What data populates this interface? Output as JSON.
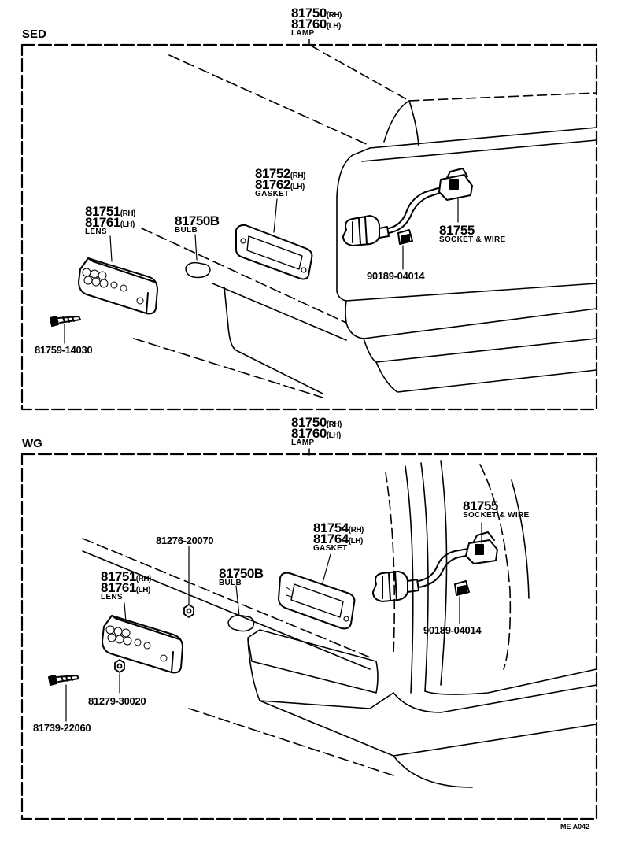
{
  "sed": {
    "section": "SED",
    "lamp": {
      "rh": "81750",
      "rh_tag": "(RH)",
      "lh": "81760",
      "lh_tag": "(LH)",
      "name": "LAMP"
    },
    "gasket": {
      "rh": "81752",
      "rh_tag": "(RH)",
      "lh": "81762",
      "lh_tag": "(LH)",
      "name": "GASKET"
    },
    "lens": {
      "rh": "81751",
      "rh_tag": "(RH)",
      "lh": "81761",
      "lh_tag": "(LH)",
      "name": "LENS"
    },
    "bulb": {
      "num": "81750B",
      "name": "BULB"
    },
    "socket": {
      "num": "81755",
      "name": "SOCKET & WIRE"
    },
    "clip": "90189-04014",
    "screw": "81759-14030"
  },
  "wg": {
    "section": "WG",
    "lamp": {
      "rh": "81750",
      "rh_tag": "(RH)",
      "lh": "81760",
      "lh_tag": "(LH)",
      "name": "LAMP"
    },
    "socket": {
      "num": "81755",
      "name": "SOCKET & WIRE"
    },
    "gasket": {
      "rh": "81754",
      "rh_tag": "(RH)",
      "lh": "81764",
      "lh_tag": "(LH)",
      "name": "GASKET"
    },
    "nut_top": "81276-20070",
    "bulb": {
      "num": "81750B",
      "name": "BULB"
    },
    "lens": {
      "rh": "81751",
      "rh_tag": "(RH)",
      "lh": "81761",
      "lh_tag": "(LH)",
      "name": "LENS"
    },
    "clip": "90189-04014",
    "nut_bottom": "81279-30020",
    "screw": "81739-22060"
  },
  "footer_code": "ME A042"
}
